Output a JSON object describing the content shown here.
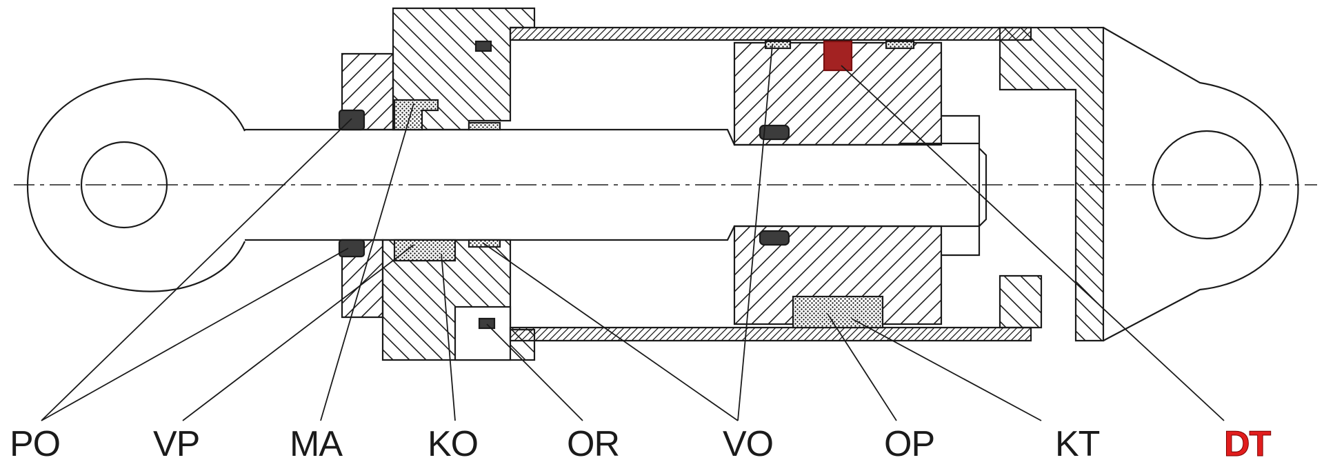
{
  "colors": {
    "stroke": "#1a1a1a",
    "highlight_label": "#e11d1d",
    "highlight_part": "#a32222",
    "seal_fill": "#3c3c3c",
    "background": "#ffffff"
  },
  "labels": {
    "po": "PO",
    "vp": "VP",
    "ma": "MA",
    "ko": "KO",
    "or": "OR",
    "vo": "VO",
    "op": "OP",
    "kt": "KT",
    "dt": "DT"
  }
}
